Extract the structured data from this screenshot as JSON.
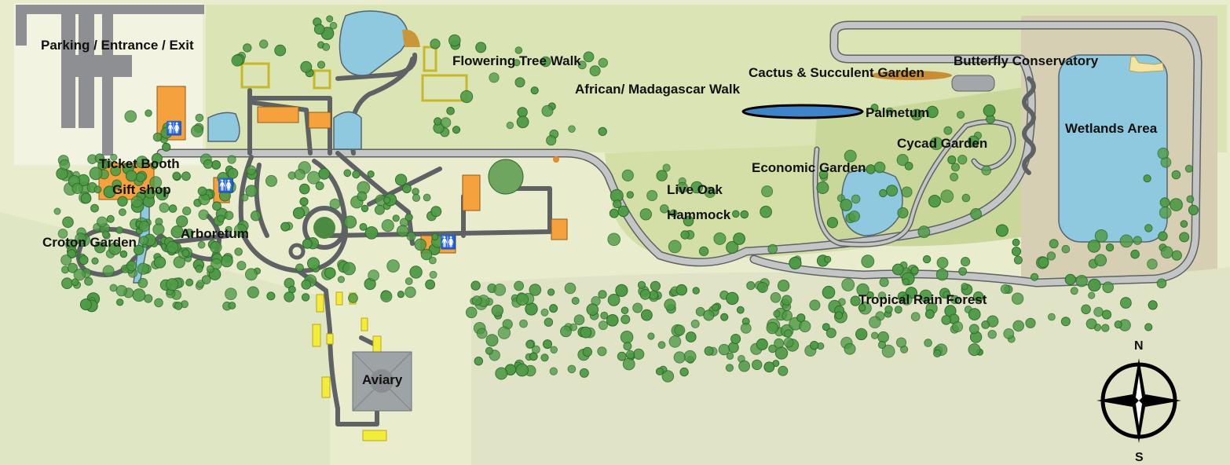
{
  "map": {
    "labels": {
      "parking": "Parking / Entrance / Exit",
      "flowering_tree_walk": "Flowering Tree Walk",
      "african_madagascar_walk": "African/ Madagascar Walk",
      "cactus_succulent_garden": "Cactus & Succulent Garden",
      "butterfly_conservatory": "Butterfly Conservatory",
      "palmetum": "Palmetum",
      "wetlands_area": "Wetlands Area",
      "cycad_garden": "Cycad Garden",
      "economic_garden": "Economic Garden",
      "ticket_booth": "Ticket Booth",
      "gift_shop": "Gift shop",
      "live_oak": "Live Oak",
      "hammock": "Hammock",
      "arboretum": "Arboretum",
      "croton_garden": "Croton Garden",
      "tropical_rain_forest": "Tropical Rain Forest",
      "aviary": "Aviary"
    },
    "compass": {
      "north": "N",
      "south": "S"
    },
    "restroom_symbol": "🚻",
    "colors": {
      "background": "#e9eccd",
      "lawn": "#d3dfa6",
      "path": "#b9bcbb",
      "path_edge": "#5e6264",
      "water": "#8fc9df",
      "building": "#f5a13d",
      "yellow_structure": "#f4ec3a",
      "tree": "#4e9a45"
    }
  }
}
